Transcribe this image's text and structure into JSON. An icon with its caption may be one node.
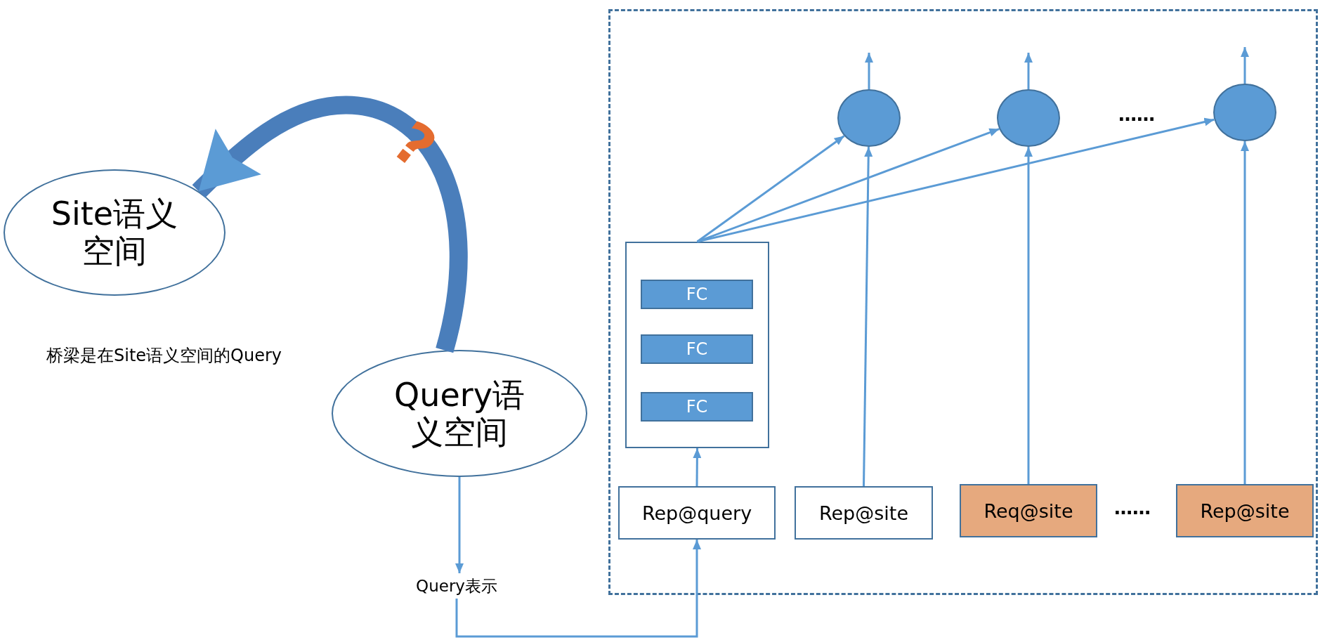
{
  "diagram": {
    "nodes": [
      {
        "text": [
          "Site语义空间"
        ]
      },
      {
        "text": [
          "Query语义空间"
        ]
      },
      {
        "text": [
          "Query表示"
        ]
      },
      {
        "text": [],
        "shape": "box"
      },
      {
        "text": [],
        "shape": "box",
        "in": 3
      },
      {
        "text": [
          "FC"
        ],
        "in": 4
      },
      {
        "text": [
          "FC"
        ],
        "in": 4
      },
      {
        "text": [
          "FC"
        ],
        "in": 4
      },
      {
        "text": [
          "Rep@query"
        ],
        "in": 3
      },
      {
        "text": [
          "Rep@site"
        ],
        "in": 3
      },
      {
        "text": [
          "Req@site"
        ],
        "in": 3
      },
      {
        "text": [
          "Rep@site"
        ],
        "in": 3
      },
      {
        "text": [],
        "shape": "circle",
        "in": 3
      },
      {
        "text": [],
        "shape": "circle",
        "in": 3
      },
      {
        "text": [],
        "shape": "circle",
        "in": 3
      }
    ],
    "edges": [
      {
        "from": 1,
        "to": 0,
        "arrow": "to",
        "style": "thick",
        "color": "#4a7ebb"
      },
      {
        "from": 1,
        "to": 2,
        "arrow": "to"
      },
      {
        "from": 2,
        "to": 8,
        "arrow": "to"
      },
      {
        "from": 8,
        "to": 4,
        "arrow": "to"
      },
      {
        "from": 4,
        "to": 12,
        "arrow": "to"
      },
      {
        "from": 4,
        "to": 13,
        "arrow": "to"
      },
      {
        "from": 4,
        "to": 14,
        "arrow": "to"
      },
      {
        "from": 9,
        "to": 12,
        "arrow": "to"
      },
      {
        "from": 10,
        "to": 13,
        "arrow": "to"
      },
      {
        "from": 11,
        "to": 14,
        "arrow": "to"
      },
      {
        "from": 12,
        "to": null,
        "arrow": "to"
      },
      {
        "from": 13,
        "to": null,
        "arrow": "to"
      },
      {
        "from": 14,
        "to": null,
        "arrow": "to"
      }
    ],
    "labels": [
      "桥梁是在Site语义空间的Query",
      "?",
      "……",
      "……"
    ]
  }
}
